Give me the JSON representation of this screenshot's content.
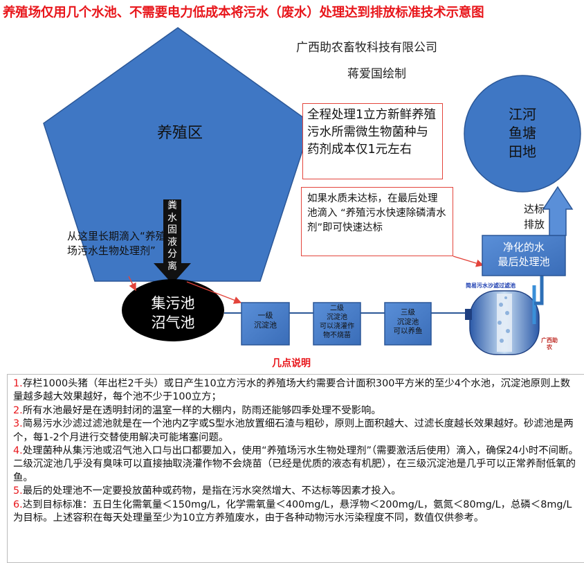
{
  "header": {
    "title": "养殖场仅用几个水池、不需要电力低成本将污水（废水）处理达到排放标准技术示意图",
    "company": "广西助农畜牧科技有限公司",
    "author": "蒋爱国绘制"
  },
  "diagram": {
    "farm_area": "养殖区",
    "separation_label": "粪水固液分离",
    "collection_pool": [
      "集污池",
      "沼气池"
    ],
    "drip_note": "从这里长期滴入“养殖场污水生物处理剂”",
    "tank1": [
      "一级",
      "沉淀池"
    ],
    "tank2": [
      "二级",
      "沉淀池",
      "可以浇灌作",
      "物不烧苗"
    ],
    "tank3": [
      "三级",
      "沉淀池",
      "可以养鱼"
    ],
    "filter_label": "简易污水沙滤过滤池",
    "brand_label": "广西助农",
    "final_pool": [
      "净化的水",
      "最后处理池"
    ],
    "discharge_label": "达标排放",
    "destination": [
      "江河",
      "鱼塘",
      "田地"
    ],
    "cost_note": "全程处理1立方新鲜养殖污水所需微生物菌种与药剂成本仅1元左右",
    "tip_note": "如果水质未达标，在最后处理池滴入 “养殖污水快速除磷清水剂”即可快速达标"
  },
  "colors": {
    "title_red": "#e8161b",
    "shape_blue": "#3f77c4",
    "shape_border": "#2b5797",
    "note_border": "#e3443b"
  },
  "notes": {
    "title": "几点说明",
    "items": [
      {
        "num": "1.",
        "text": "存栏1000头猪（年出栏2千头）或日产生10立方污水的养殖场大约需要合计面积300平方米的至少4个水池，沉淀池原则上数量越多越大效果越好，每个池不少于100立方；"
      },
      {
        "num": "2.",
        "text": "所有水池最好是在透明封闭的温室一样的大棚内，防雨还能够四季处理不受影响。"
      },
      {
        "num": "3.",
        "text": "简易污水沙滤过滤池就是在一个池内Z字或S型水池放置细石渣与粗砂，原则上面积越大、过滤长度越长效果越好。砂滤池是两个，每1-2个月进行交替使用解决可能堵塞问题。"
      },
      {
        "num": "4.",
        "text": "处理菌种从集污池或沼气池入口与出口都要加入，使用“养殖场污水生物处理剂”（需要激活后使用）滴入，确保24小时不间断。二级沉淀池几乎没有臭味可以直接抽取浇灌作物不会烧苗（已经是优质的液态有机肥），在三级沉淀池是几乎可以正常养耐低氧的鱼。"
      },
      {
        "num": "5.",
        "text": "最后的处理池不一定要投放菌种或药物，是指在污水突然增大、不达标等因素才投入。"
      },
      {
        "num": "6.",
        "text": "达到目标标准：五日生化需氧量＜150mg/L，化学需氧量＜400mg/L，悬浮物＜200mg/L，氨氮＜80mg/L，总磷＜8mg/L为目标。上述容积在每天处理量至少为10立方养殖废水，由于各种动物污水污染程度不同，数值仅供参考。"
      }
    ]
  }
}
